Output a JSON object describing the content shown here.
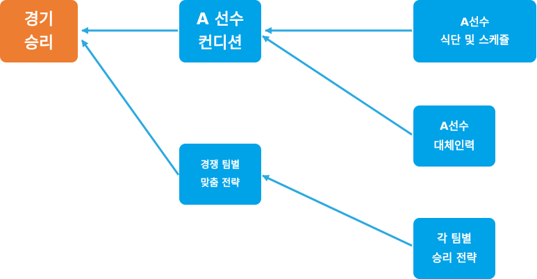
{
  "nodes": {
    "victory": {
      "line1": "경기",
      "line2": "승리",
      "color": "#ed7d31"
    },
    "condition": {
      "line1": "A 선수",
      "line2": "컨디션",
      "color": "#00a2e8"
    },
    "diet": {
      "line1": "A선수",
      "line2": "식단 및 스케쥴",
      "color": "#00a2e8"
    },
    "substitute": {
      "line1": "A선수",
      "line2": "대체인력",
      "color": "#00a2e8"
    },
    "matchup": {
      "line1": "경쟁 팀별",
      "line2": "맞춤 전략",
      "color": "#00a2e8"
    },
    "team_strategy": {
      "line1": "각 팀별",
      "line2": "승리 전략",
      "color": "#00a2e8"
    }
  },
  "edges": [
    {
      "from": "condition",
      "to": "victory"
    },
    {
      "from": "diet",
      "to": "condition"
    },
    {
      "from": "substitute",
      "to": "condition"
    },
    {
      "from": "matchup",
      "to": "victory"
    },
    {
      "from": "team_strategy",
      "to": "matchup"
    }
  ],
  "arrow_color": "#2aa9e0"
}
